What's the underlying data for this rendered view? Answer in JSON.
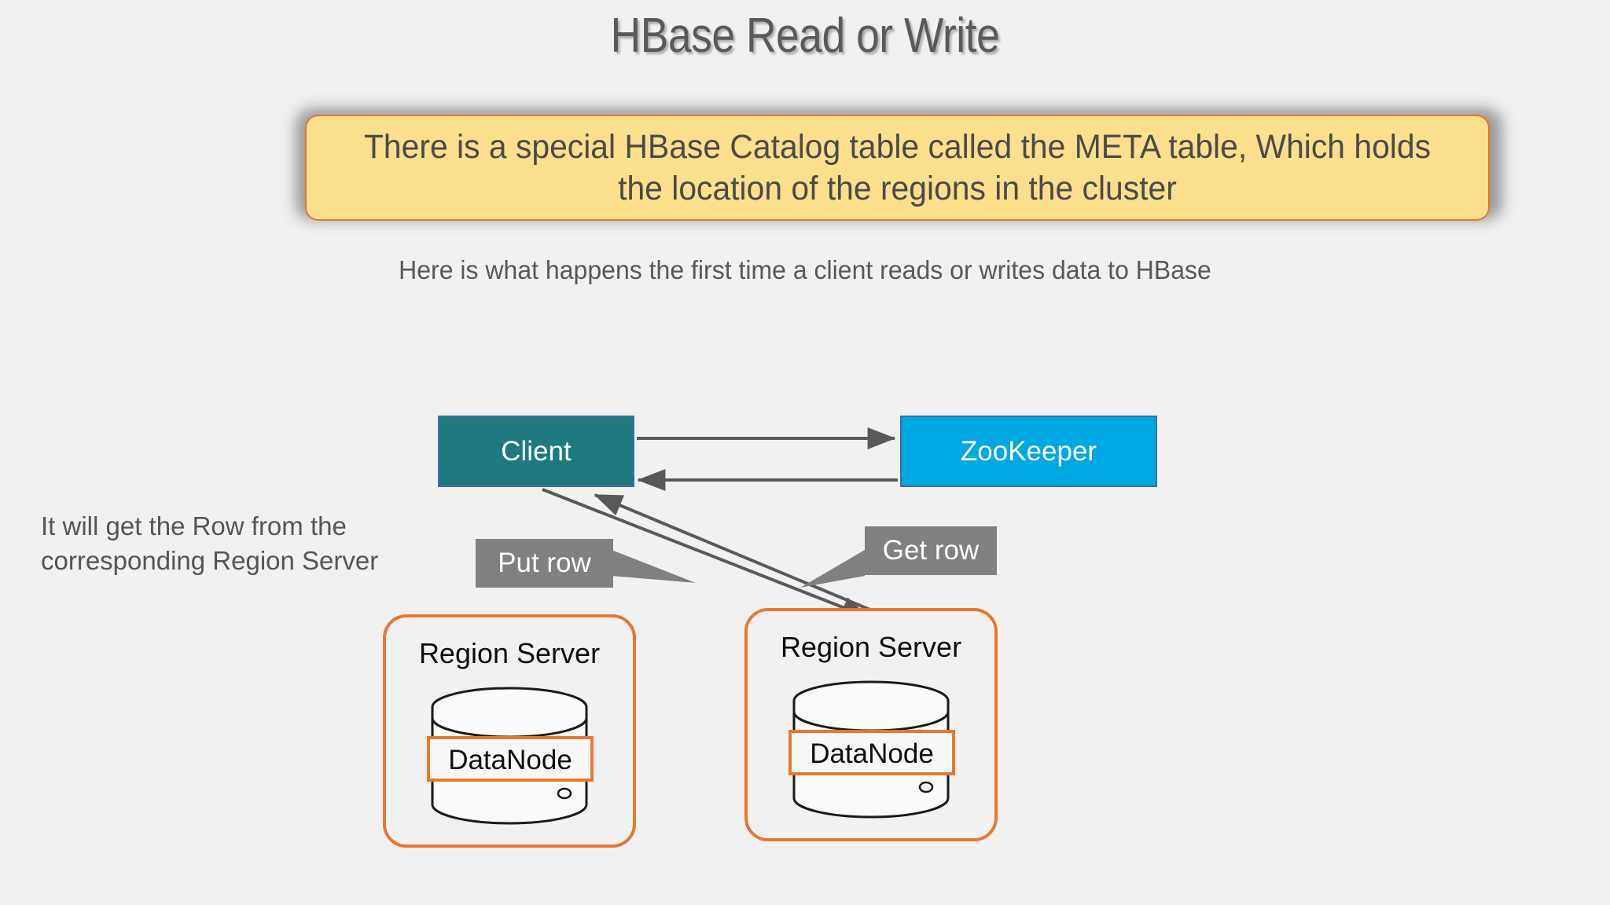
{
  "slide": {
    "title": "HBase Read or Write",
    "background_color": "#F1F1F1",
    "subtitle": "Here is what happens the first time a client reads or writes data to HBase",
    "left_note": "It will get the Row from the corresponding Region Server"
  },
  "callout": {
    "text": "There is a special HBase Catalog table called the META table, Which holds the location of the regions in the cluster",
    "fill_color": "#FBDF8D",
    "border_color": "#E0782C",
    "text_color": "#4A4A4A"
  },
  "nodes": {
    "client": {
      "label": "Client",
      "fill_color": "#1F7A7F",
      "text_color": "#FFFFFF"
    },
    "zookeeper": {
      "label": "ZooKeeper",
      "fill_color": "#00A8E3",
      "text_color": "#FFFFFF"
    }
  },
  "region_servers": [
    {
      "label": "Region Server",
      "datanode_label": "DataNode",
      "border_color": "#E8772E"
    },
    {
      "label": "Region Server",
      "datanode_label": "DataNode",
      "border_color": "#E8772E"
    }
  ],
  "labels": {
    "put_row": "Put row",
    "get_row": "Get row",
    "fill_color": "#808080",
    "text_color": "#FFFFFF"
  },
  "connectors": {
    "arrow_color": "#595959",
    "items": [
      {
        "name": "client-to-zookeeper",
        "direction": "right"
      },
      {
        "name": "zookeeper-to-client",
        "direction": "left"
      },
      {
        "name": "client-to-region-server",
        "direction": "down-right"
      },
      {
        "name": "region-server-to-client",
        "direction": "up-left"
      }
    ]
  }
}
